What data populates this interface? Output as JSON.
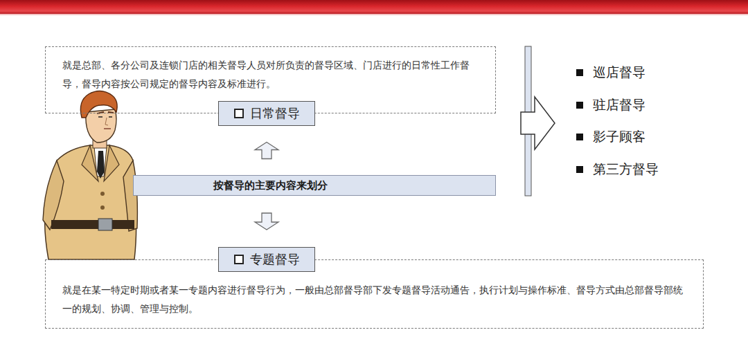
{
  "diagram": {
    "nodes": [
      {
        "text": [
          "就是总部、各分公司及连锁门店的相关督导人员对所负责的督导区域、门店进行的日常性工作督导，督导内容按公司规定的督导内容及标准进行。"
        ]
      },
      {
        "text": [
          "日常督导"
        ]
      },
      {
        "text": [
          "按督导的主要内容来划分"
        ]
      },
      {
        "text": [
          "专题督导"
        ]
      },
      {
        "text": [
          "就是在某一特定时期或者某一专题内容进行督导行为，一般由总部督导部下发专题督导活动通告，执行计划与操作标准、督导方式由总部督导部统一的规划、协调、管理与控制。"
        ]
      }
    ],
    "edges": [
      {
        "from": 2,
        "to": 1,
        "arrow": "to"
      },
      {
        "from": 2,
        "to": 3,
        "arrow": "to"
      }
    ],
    "labels": [
      "巡店督导",
      "驻店督导",
      "影子顾客",
      "第三方督导"
    ]
  }
}
